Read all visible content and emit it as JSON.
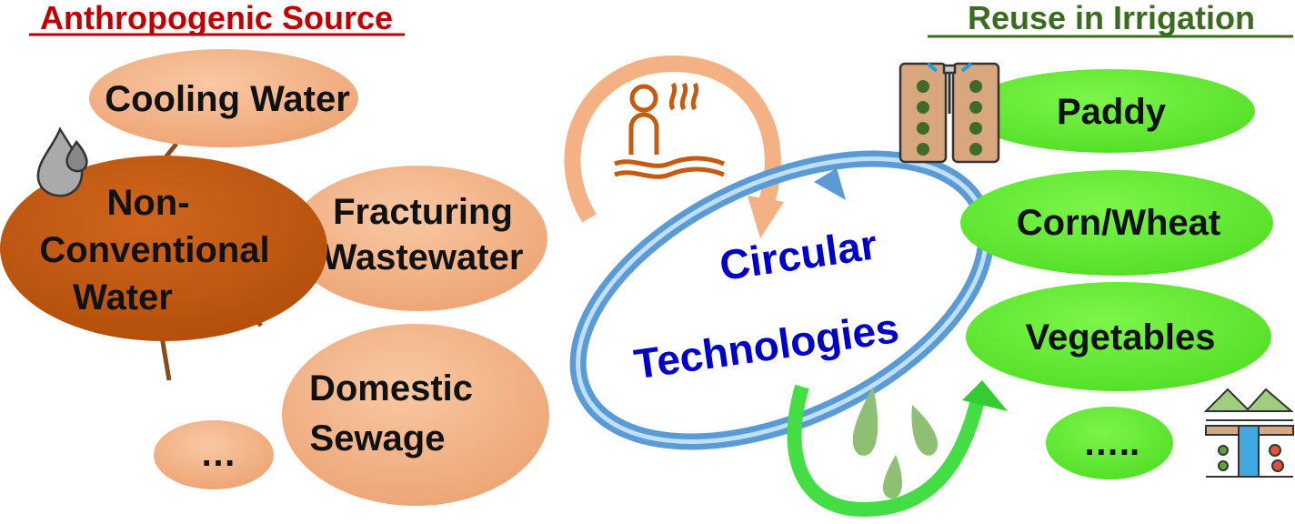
{
  "left_title": "Anthropogenic Source",
  "right_title": "Reuse in Irrigation",
  "center": {
    "line1": "Circular",
    "line2": "Technologies"
  },
  "hub": {
    "line1": "Non-",
    "line2": "Conventional",
    "line3": "Water"
  },
  "sources": {
    "cooling": "Cooling Water",
    "fracturing1": "Fracturing",
    "fracturing2": "Wastewater",
    "domestic1": "Domestic",
    "domestic2": "Sewage",
    "more": "…"
  },
  "uses": {
    "paddy": "Paddy",
    "corn": "Corn/Wheat",
    "veg": "Vegetables",
    "more": "….."
  },
  "colors": {
    "red": "#c00000",
    "green_title": "#3b6b1f",
    "hub": "#c55a11",
    "source": "#f4b183",
    "use": "#66ee33",
    "blue": "#0000cc",
    "ring": "#5b9bd5"
  }
}
